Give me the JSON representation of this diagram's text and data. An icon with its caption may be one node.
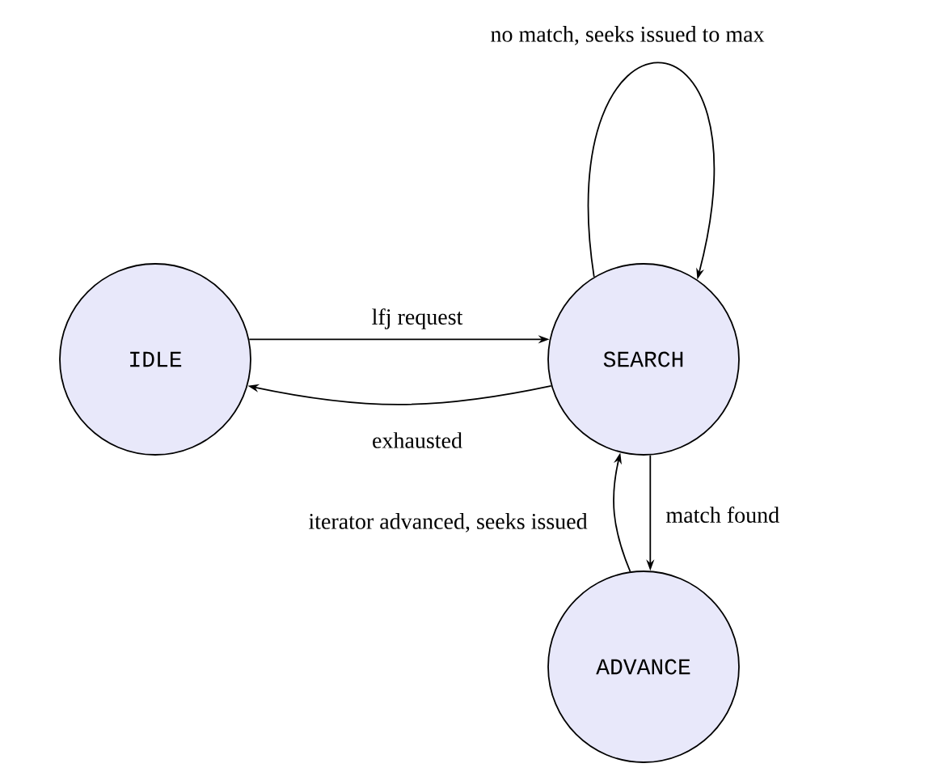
{
  "diagram": {
    "nodes": [
      {
        "text": [
          "IDLE"
        ]
      },
      {
        "text": [
          "SEARCH"
        ]
      },
      {
        "text": [
          "ADVANCE"
        ]
      }
    ],
    "edges": [
      {
        "from": 0,
        "to": 1,
        "arrow": "to",
        "label": "lfj request"
      },
      {
        "from": 1,
        "to": 0,
        "arrow": "to",
        "label": "exhausted"
      },
      {
        "from": 1,
        "to": 1,
        "arrow": "to",
        "label": "no match, seeks issued to max"
      },
      {
        "from": 1,
        "to": 2,
        "arrow": "to",
        "label": "match found"
      },
      {
        "from": 2,
        "to": 1,
        "arrow": "to",
        "label": "iterator advanced, seeks issued"
      }
    ]
  }
}
